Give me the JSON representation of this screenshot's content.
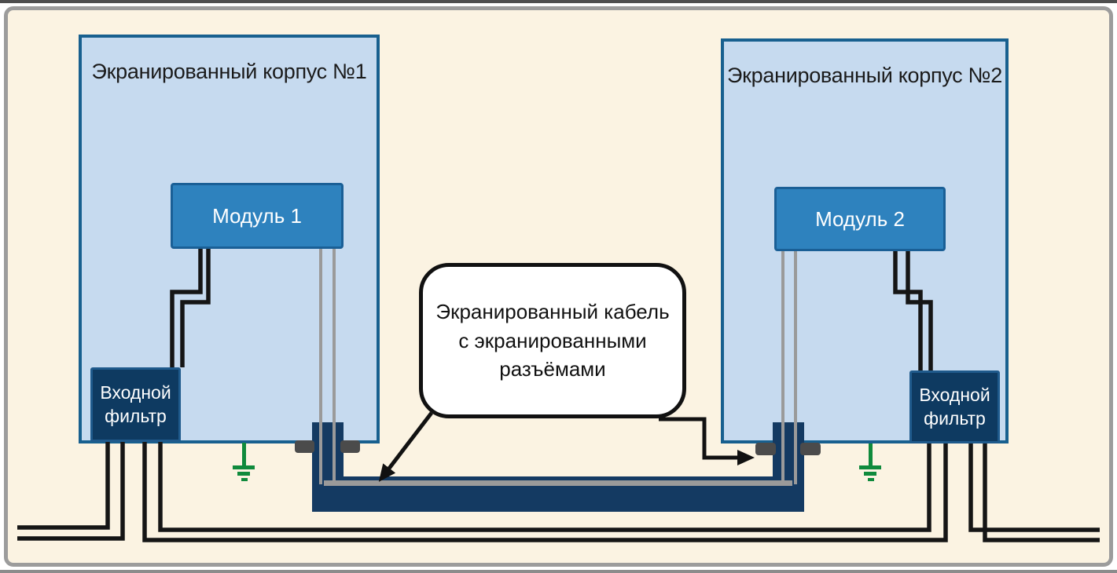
{
  "colors": {
    "diagram-bg": "#FBF3E2",
    "frame-border": "#9C9C9C",
    "enclosure-fill": "#C6DAEF",
    "enclosure-border": "#18608F",
    "module-fill": "#2E82BE",
    "filter-fill": "#0E3A61",
    "cable-navy": "#143A62",
    "wire-black": "#151515",
    "wire-gray": "#9A9A9A",
    "wing-gray": "#4B4B4B",
    "ground-green": "#0F8A3C",
    "callout-border": "#111111"
  },
  "enclosures": [
    {
      "title": "Экранированный корпус №1",
      "module": "Модуль 1",
      "filter": "Входной фильтр"
    },
    {
      "title": "Экранированный корпус №2",
      "module": "Модуль 2",
      "filter": "Входной фильтр"
    }
  ],
  "callout": {
    "text": "Экранированный кабель с экранированными разъёмами",
    "lines": [
      "Экранированный кабель",
      "с экранированными",
      "разъёмами"
    ]
  },
  "icons": {
    "ground_left": "earth-ground-symbol",
    "ground_right": "earth-ground-symbol"
  }
}
